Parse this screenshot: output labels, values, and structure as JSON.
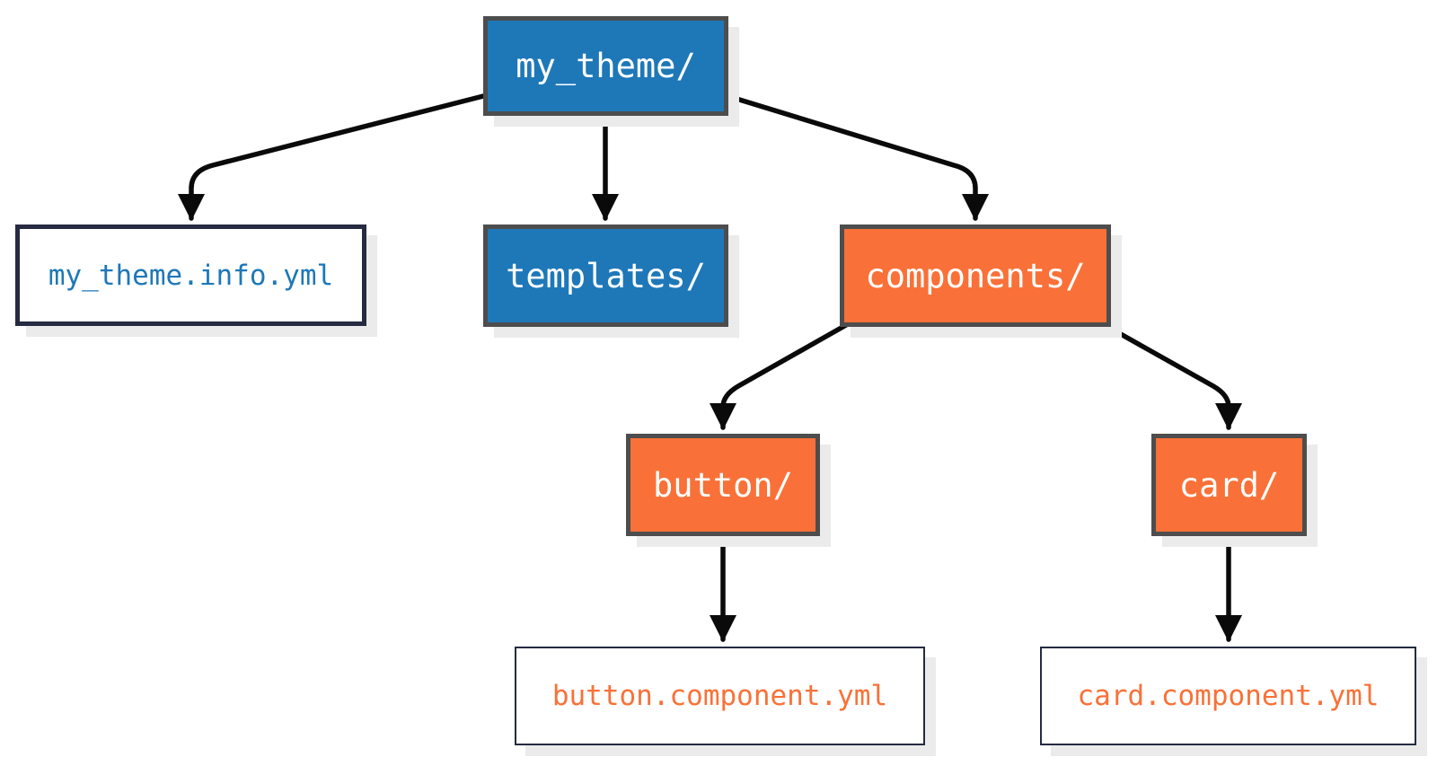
{
  "diagram": {
    "kind": "folder-structure-tree",
    "nodes": [
      {
        "id": "my_theme",
        "label": "my_theme/",
        "type": "folder",
        "fill": "blue"
      },
      {
        "id": "my_theme_info",
        "label": "my_theme.info.yml",
        "type": "file",
        "text_color": "blue"
      },
      {
        "id": "templates",
        "label": "templates/",
        "type": "folder",
        "fill": "blue"
      },
      {
        "id": "components",
        "label": "components/",
        "type": "folder",
        "fill": "orange"
      },
      {
        "id": "button_dir",
        "label": "button/",
        "type": "folder",
        "fill": "orange"
      },
      {
        "id": "card_dir",
        "label": "card/",
        "type": "folder",
        "fill": "orange"
      },
      {
        "id": "button_yml",
        "label": "button.component.yml",
        "type": "file",
        "text_color": "orange"
      },
      {
        "id": "card_yml",
        "label": "card.component.yml",
        "type": "file",
        "text_color": "orange"
      }
    ],
    "edges": [
      {
        "from": "my_theme",
        "to": "my_theme_info"
      },
      {
        "from": "my_theme",
        "to": "templates"
      },
      {
        "from": "my_theme",
        "to": "components"
      },
      {
        "from": "components",
        "to": "button_dir"
      },
      {
        "from": "components",
        "to": "card_dir"
      },
      {
        "from": "button_dir",
        "to": "button_yml"
      },
      {
        "from": "card_dir",
        "to": "card_yml"
      }
    ],
    "colors": {
      "blue": "#1e78b8",
      "orange": "#f97138",
      "folder_border": "#4d4d4d",
      "file_border": "#262b42",
      "arrow": "#0a0a0a",
      "shadow": "#ebebeb",
      "background": "#ffffff"
    }
  }
}
